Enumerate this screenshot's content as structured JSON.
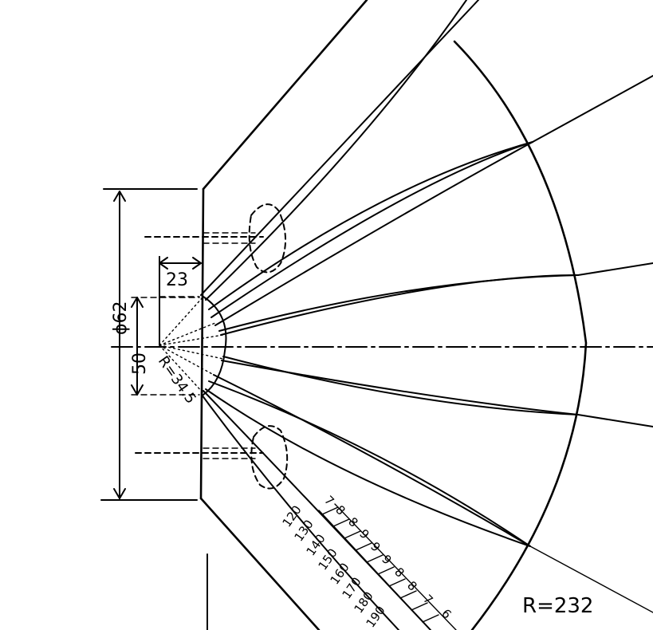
{
  "dimensions": {
    "height": "ϕ62",
    "inner": "50",
    "depth": "23",
    "radius_small": "R=34.5",
    "radius_large": "R=232"
  },
  "scale": {
    "angles": [
      "120",
      "130",
      "140",
      "150",
      "160",
      "170",
      "180",
      "190"
    ],
    "values": [
      "7",
      "8",
      "8",
      "9",
      "9",
      "9",
      "8",
      "8",
      "7",
      "6"
    ]
  }
}
